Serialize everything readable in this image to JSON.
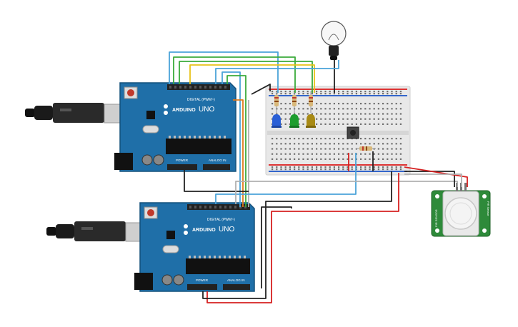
{
  "arduino_top": {
    "brand": "ARDUINO",
    "model": "UNO",
    "digital_label": "DIGITAL (PWM~)",
    "power_label": "POWER",
    "analog_label": "ANALOG IN"
  },
  "arduino_bottom": {
    "brand": "ARDUINO",
    "model": "UNO",
    "digital_label": "DIGITAL (PWM~)",
    "power_label": "POWER",
    "analog_label": "ANALOG IN"
  },
  "pir_sensor": {
    "label_left": "PIR SENSOR",
    "label_right": "PIR Sensor"
  },
  "colors": {
    "board": "#1f6fa8",
    "board_dark": "#14507b",
    "wire_blue": "#4aa3d9",
    "wire_green": "#3bab3b",
    "wire_yellow": "#e8c21a",
    "wire_orange": "#e07a1a",
    "wire_red": "#d62020",
    "wire_black": "#222222",
    "wire_gray": "#b0b0b0",
    "led_blue": "#2a5fd6",
    "led_green": "#1d9d2e",
    "led_yellow": "#a88a14"
  }
}
